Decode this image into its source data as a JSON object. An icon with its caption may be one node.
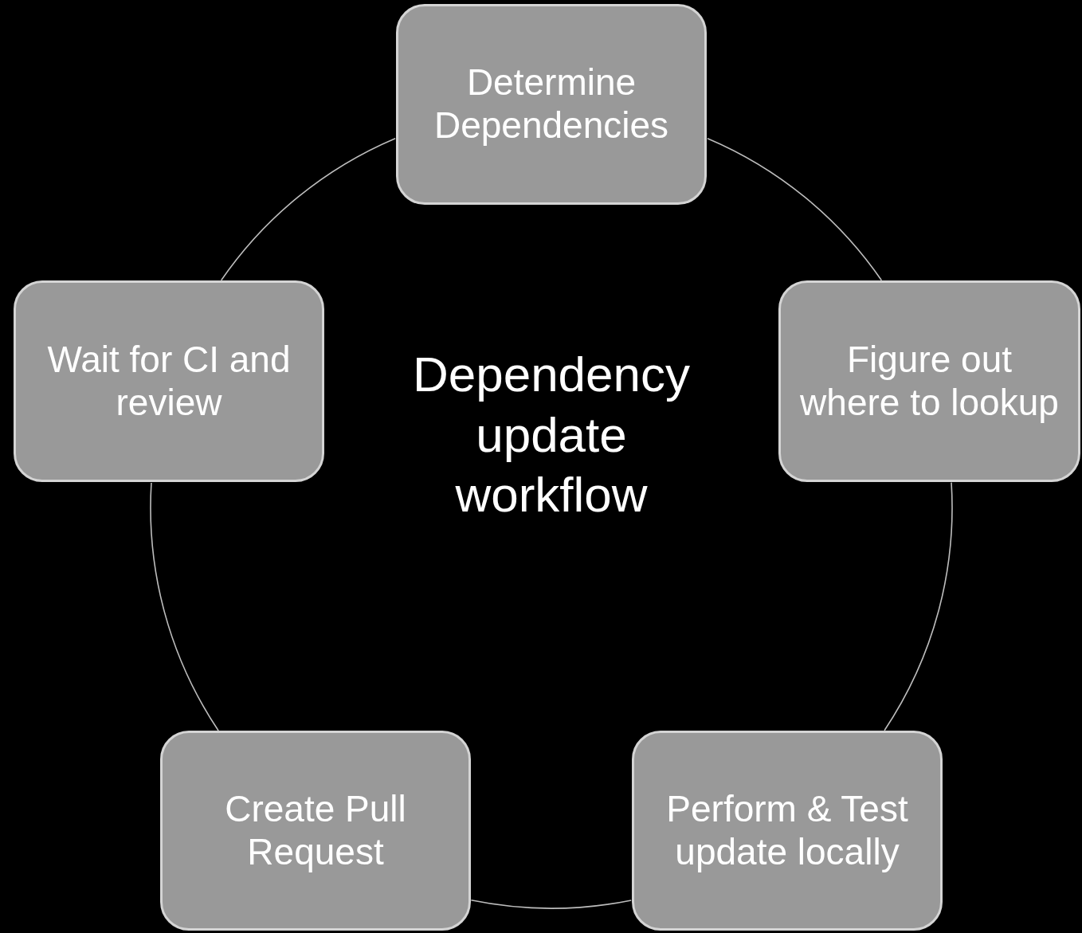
{
  "diagram": {
    "nodes": [
      {
        "text": [
          "Determine Dependencies"
        ]
      },
      {
        "text": [
          "Figure out where to lookup"
        ]
      },
      {
        "text": [
          "Perform & Test update locally"
        ]
      },
      {
        "text": [
          "Create Pull Request"
        ]
      },
      {
        "text": [
          "Wait for CI and review"
        ]
      }
    ],
    "edges": [
      {
        "from": 0,
        "to": 1,
        "arrow": "none"
      },
      {
        "from": 1,
        "to": 2,
        "arrow": "none"
      },
      {
        "from": 2,
        "to": 3,
        "arrow": "none"
      },
      {
        "from": 3,
        "to": 4,
        "arrow": "none"
      },
      {
        "from": 4,
        "to": 0,
        "arrow": "none"
      }
    ],
    "labels": [
      "Dependency update workflow"
    ]
  }
}
